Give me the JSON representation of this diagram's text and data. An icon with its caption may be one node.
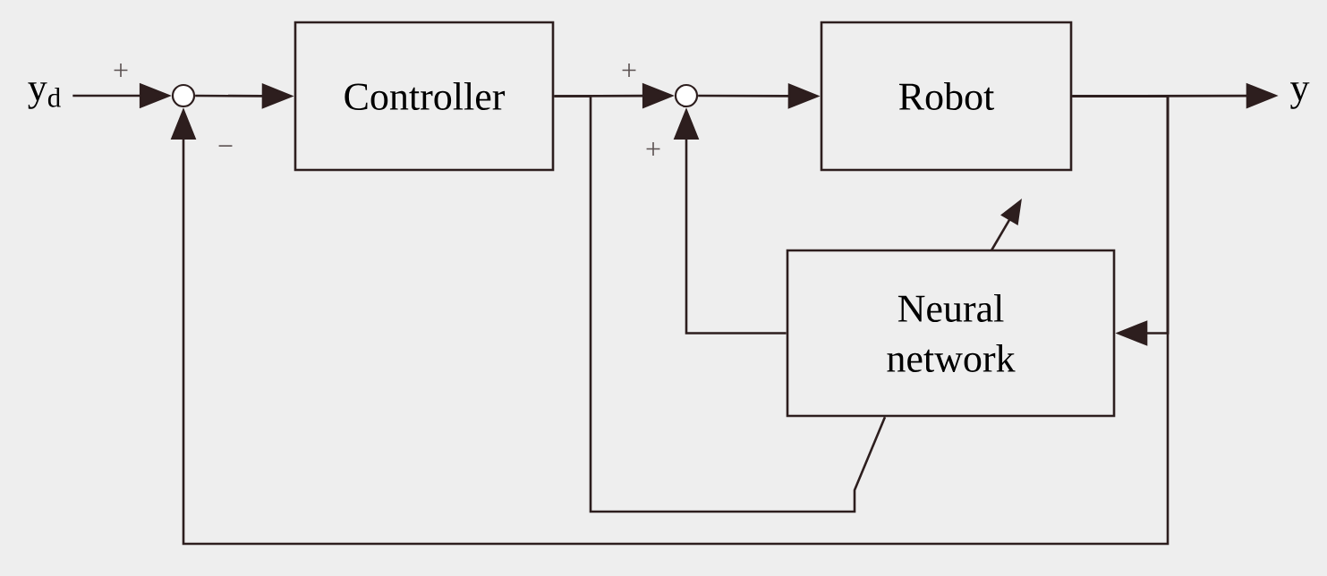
{
  "diagram": {
    "nodes": [
      {
        "text": [
          "y$_{d}$"
        ]
      },
      {
        "text": [],
        "shape": "circle"
      },
      {
        "text": [
          "Controller"
        ]
      },
      {
        "text": [],
        "shape": "circle"
      },
      {
        "text": [
          "Robot"
        ]
      },
      {
        "text": [
          "y"
        ]
      },
      {
        "text": [
          "Neural network"
        ]
      }
    ],
    "edges": [
      {
        "from": 0,
        "to": 1,
        "arrow": "to"
      },
      {
        "from": 1,
        "to": 2,
        "arrow": "to"
      },
      {
        "from": 2,
        "to": 3,
        "arrow": "to"
      },
      {
        "from": 3,
        "to": 4,
        "arrow": "to"
      },
      {
        "from": 4,
        "to": 5,
        "arrow": "to"
      },
      {
        "from": 4,
        "to": 6,
        "arrow": "to"
      },
      {
        "from": 4,
        "to": 1,
        "arrow": "to"
      },
      {
        "from": 6,
        "to": 3,
        "arrow": "to"
      },
      {
        "from": 2,
        "to": 6,
        "arrow": "none"
      }
    ],
    "labels": [
      "+",
      "−",
      "+",
      "+"
    ]
  }
}
